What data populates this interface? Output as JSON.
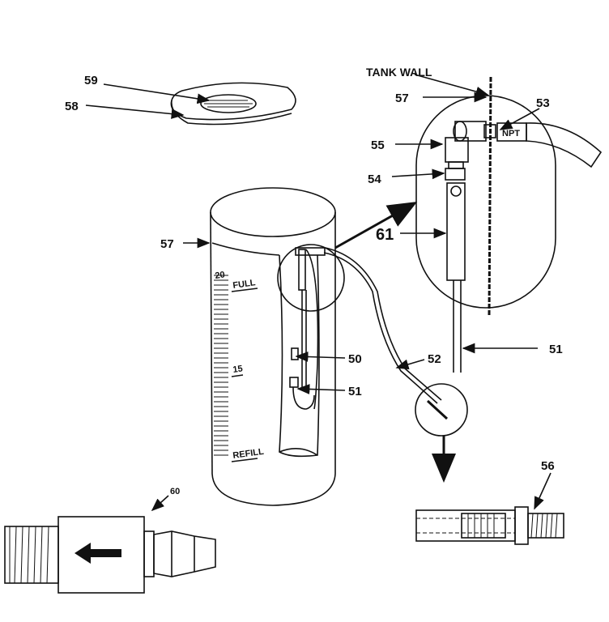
{
  "labels": {
    "tank_wall": "TANK WALL",
    "n59": "59",
    "n58": "58",
    "n57_top": "57",
    "n53": "53",
    "n55": "55",
    "n54": "54",
    "n61": "61",
    "n57_left": "57",
    "n50": "50",
    "n51_mid": "51",
    "n51_right": "51",
    "n52": "52",
    "n56": "56",
    "n60": "60"
  },
  "scale": {
    "top_mark": "20",
    "full": "FULL",
    "mid_mark": "15",
    "refill": "REFILL"
  },
  "fitting_label": "NPT"
}
